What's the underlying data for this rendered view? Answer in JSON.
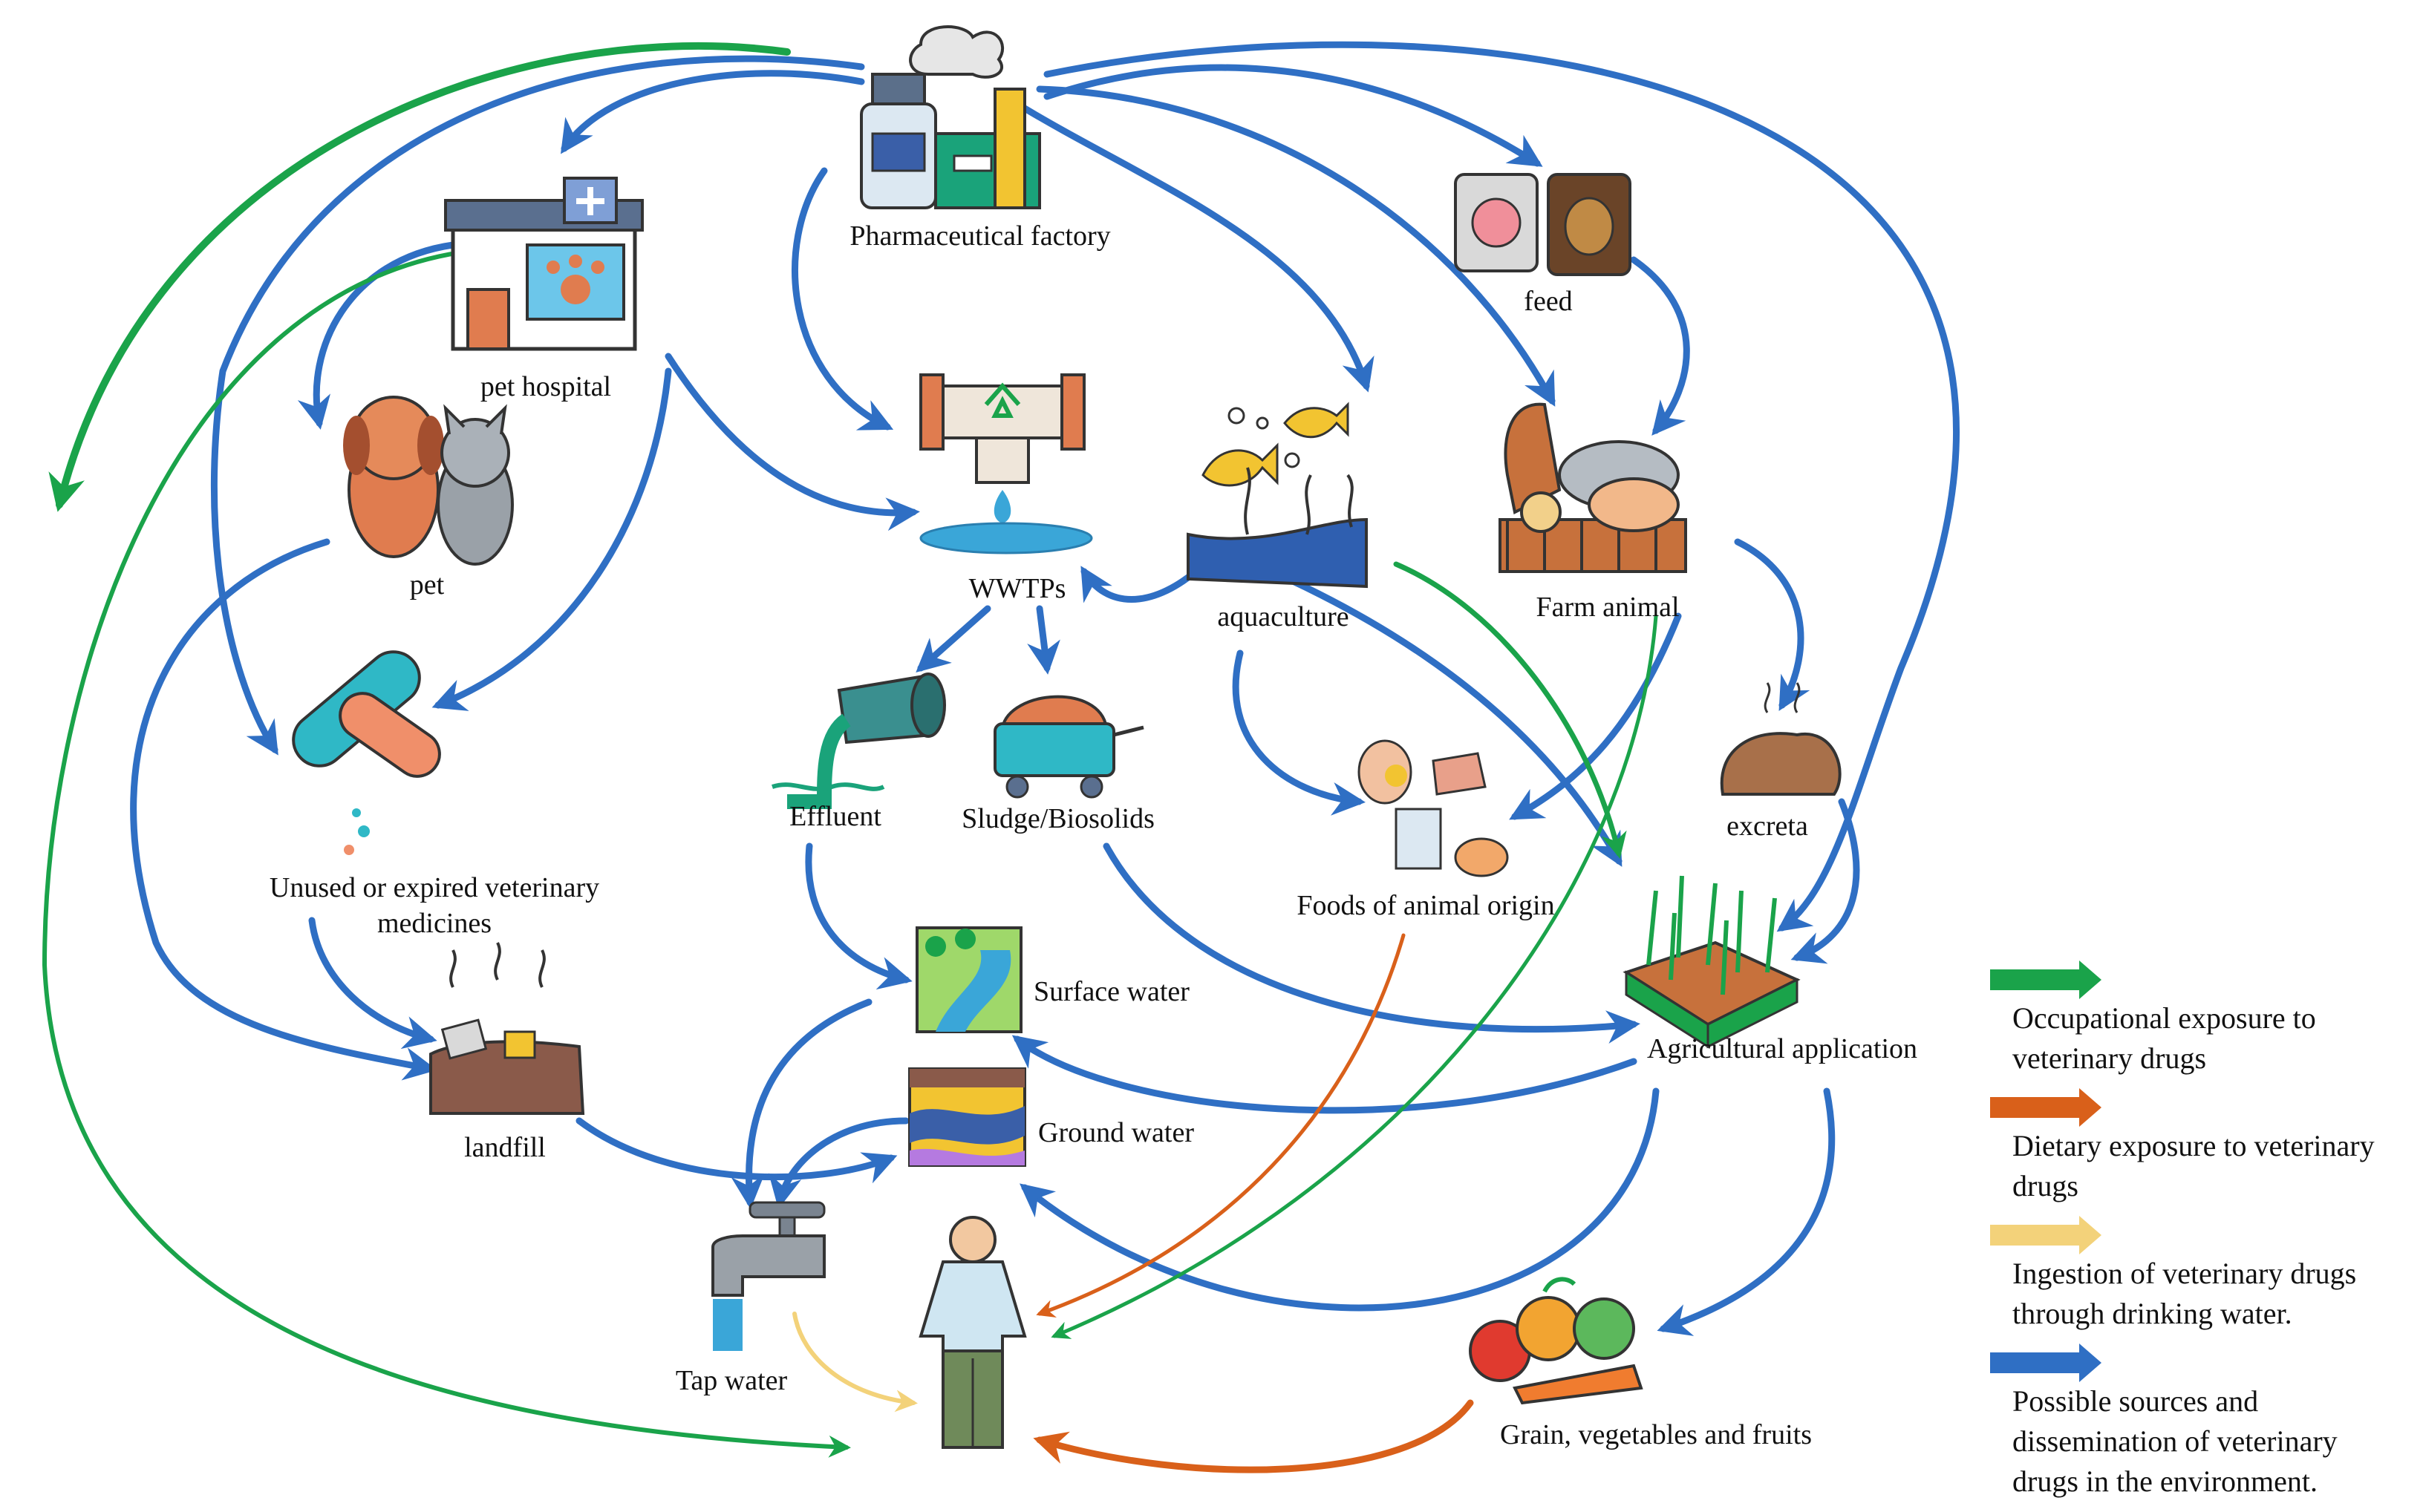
{
  "nodes": {
    "pharmaceutical_factory": "Pharmaceutical factory",
    "pet_hospital": "pet hospital",
    "pet": "pet",
    "feed": "feed",
    "farm_animal": "Farm animal",
    "wwtps": "WWTPs",
    "aquaculture": "aquaculture",
    "effluent": "Effluent",
    "sludge": "Sludge/Biosolids",
    "foods_animal": "Foods of animal origin",
    "excreta": "excreta",
    "unused_medicines_1": "Unused or expired veterinary",
    "unused_medicines_2": "medicines",
    "surface_water": "Surface water",
    "ground_water": "Ground water",
    "agricultural_application": "Agricultural application",
    "landfill": "landfill",
    "tap_water": "Tap water",
    "grain_veg_fruits": "Grain, vegetables and fruits"
  },
  "legend": [
    {
      "color": "#1aa34a",
      "line1": "Occupational exposure to",
      "line2": "veterinary drugs",
      "line3": ""
    },
    {
      "color": "#d9601a",
      "line1": "Dietary exposure to veterinary",
      "line2": "drugs",
      "line3": ""
    },
    {
      "color": "#f3d27a",
      "line1": "Ingestion of veterinary drugs",
      "line2": "through drinking water.",
      "line3": ""
    },
    {
      "color": "#2f6fc4",
      "line1": "Possible sources and",
      "line2": "dissemination of veterinary",
      "line3": "drugs in the environment."
    }
  ],
  "colors": {
    "occupational": "#1aa34a",
    "dietary": "#d9601a",
    "drinking": "#f3d27a",
    "environment": "#2f6fc4",
    "environment_dark": "#1d3f8a"
  }
}
